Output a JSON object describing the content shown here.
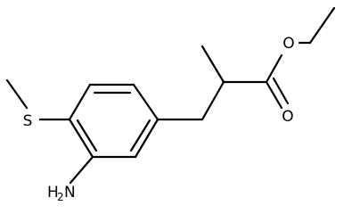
{
  "molecule": {
    "atoms": {
      "sulfur": "S",
      "carbonyl_oxygen": "O",
      "ester_oxygen": "O",
      "amine_n": "N",
      "amine_h": "H",
      "amine_h_count": "2"
    }
  }
}
